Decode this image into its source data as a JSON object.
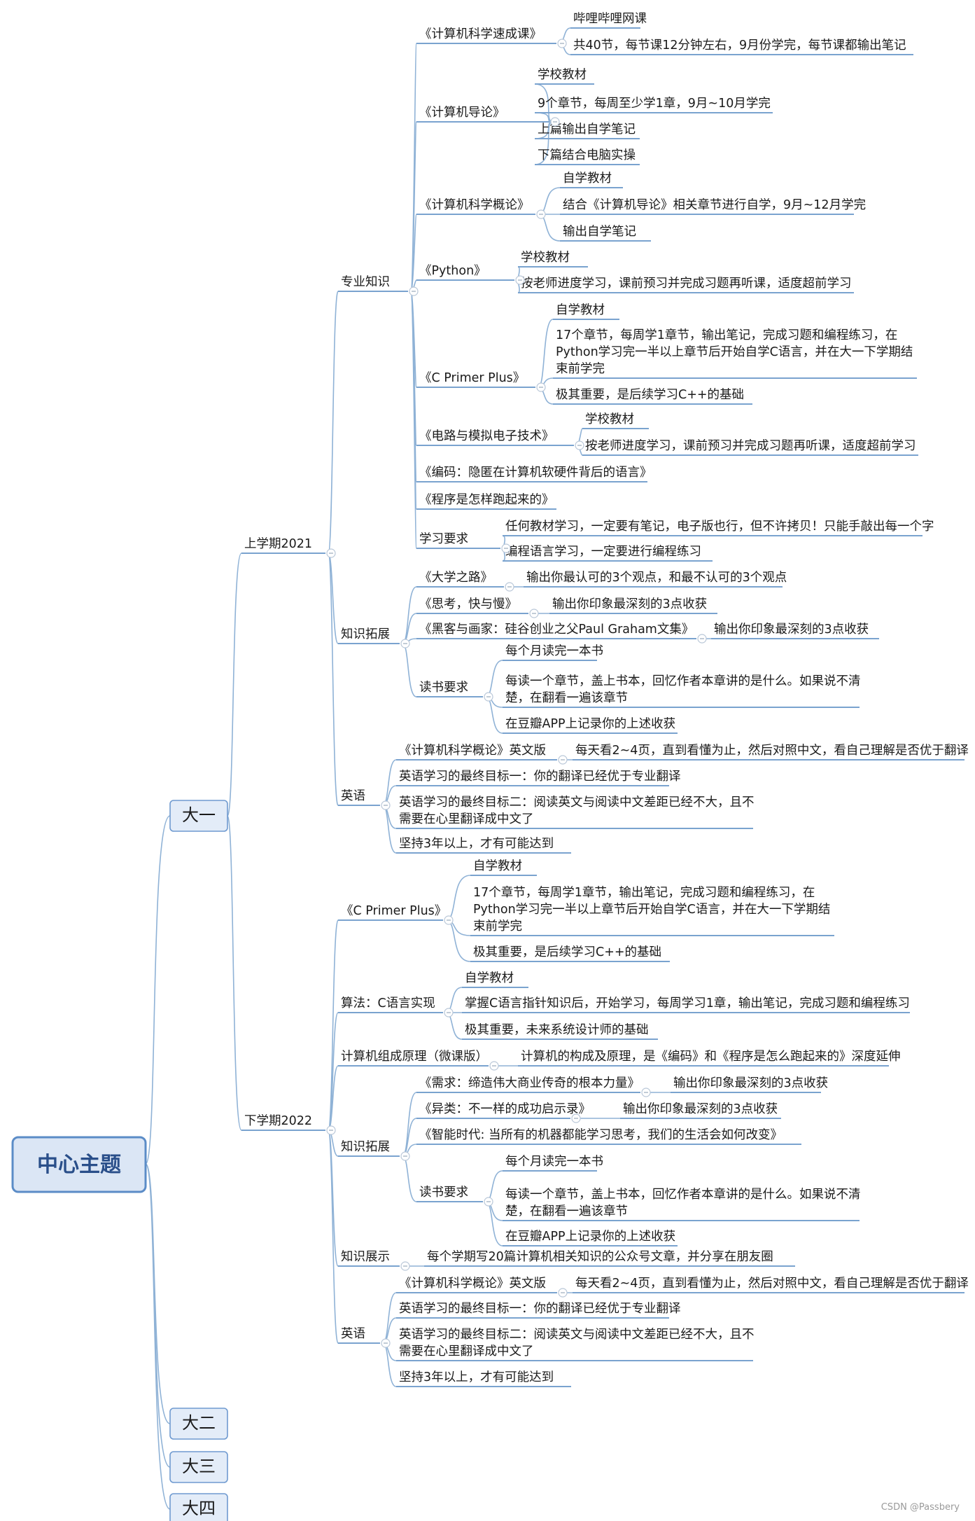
{
  "root": "中心主题",
  "watermark": "CSDN @Passbery",
  "colors": {
    "line": "#8fb2d6",
    "underline": "#7aa3cf",
    "root_fill": "#dbe6f5",
    "root_border": "#5b8cc7"
  },
  "years": [
    {
      "label": "大一",
      "children": [
        {
          "label": "上学期2021",
          "children": [
            {
              "label": "专业知识",
              "children": [
                {
                  "label": "《计算机科学速成课》",
                  "children": [
                    {
                      "label": "哔哩哔哩网课"
                    },
                    {
                      "label": "共40节，每节课12分钟左右，9月份学完，每节课都输出笔记"
                    }
                  ]
                },
                {
                  "label": "《计算机导论》",
                  "children": [
                    {
                      "label": "学校教材"
                    },
                    {
                      "label": "9个章节，每周至少学1章，9月~10月学完"
                    },
                    {
                      "label": "上篇输出自学笔记"
                    },
                    {
                      "label": "下篇结合电脑实操"
                    }
                  ]
                },
                {
                  "label": "《计算机科学概论》",
                  "children": [
                    {
                      "label": "自学教材"
                    },
                    {
                      "label": "结合《计算机导论》相关章节进行自学，9月~12月学完"
                    },
                    {
                      "label": "输出自学笔记"
                    }
                  ]
                },
                {
                  "label": "《Python》",
                  "children": [
                    {
                      "label": "学校教材"
                    },
                    {
                      "label": "按老师进度学习，课前预习并完成习题再听课，适度超前学习"
                    }
                  ]
                },
                {
                  "label": "《C Primer Plus》",
                  "children": [
                    {
                      "label": "自学教材"
                    },
                    {
                      "label": "17个章节，每周学1章节，输出笔记，完成习题和编程练习，在Python学习完一半以上章节后开始自学C语言，并在大一下学期结束前学完"
                    },
                    {
                      "label": "极其重要，是后续学习C++的基础"
                    }
                  ]
                },
                {
                  "label": "《电路与模拟电子技术》",
                  "children": [
                    {
                      "label": "学校教材"
                    },
                    {
                      "label": "按老师进度学习，课前预习并完成习题再听课，适度超前学习"
                    }
                  ]
                },
                {
                  "label": "《编码：隐匿在计算机软硬件背后的语言》"
                },
                {
                  "label": "《程序是怎样跑起来的》"
                },
                {
                  "label": "学习要求",
                  "children": [
                    {
                      "label": "任何教材学习，一定要有笔记，电子版也行，但不许拷贝！只能手敲出每一个字"
                    },
                    {
                      "label": "编程语言学习，一定要进行编程练习"
                    }
                  ]
                }
              ]
            },
            {
              "label": "知识拓展",
              "children": [
                {
                  "label": "《大学之路》",
                  "children": [
                    {
                      "label": "输出你最认可的3个观点，和最不认可的3个观点"
                    }
                  ]
                },
                {
                  "label": "《思考，快与慢》",
                  "children": [
                    {
                      "label": "输出你印象最深刻的3点收获"
                    }
                  ]
                },
                {
                  "label": "《黑客与画家：硅谷创业之父Paul Graham文集》",
                  "children": [
                    {
                      "label": "输出你印象最深刻的3点收获"
                    }
                  ]
                },
                {
                  "label": "读书要求",
                  "children": [
                    {
                      "label": "每个月读完一本书"
                    },
                    {
                      "label": "每读一个章节，盖上书本，回忆作者本章讲的是什么。如果说不清楚，在翻看一遍该章节"
                    },
                    {
                      "label": "在豆瓣APP上记录你的上述收获"
                    }
                  ]
                }
              ]
            },
            {
              "label": "英语",
              "children": [
                {
                  "label": "《计算机科学概论》英文版",
                  "children": [
                    {
                      "label": "每天看2~4页，直到看懂为止，然后对照中文，看自己理解是否优于翻译"
                    }
                  ]
                },
                {
                  "label": "英语学习的最终目标一：你的翻译已经优于专业翻译"
                },
                {
                  "label": "英语学习的最终目标二：阅读英文与阅读中文差距已经不大，且不需要在心里翻译成中文了"
                },
                {
                  "label": "坚持3年以上，才有可能达到"
                }
              ]
            }
          ]
        },
        {
          "label": "下学期2022",
          "children": [
            {
              "label": "《C Primer Plus》",
              "children": [
                {
                  "label": "自学教材"
                },
                {
                  "label": "17个章节，每周学1章节，输出笔记，完成习题和编程练习，在Python学习完一半以上章节后开始自学C语言，并在大一下学期结束前学完"
                },
                {
                  "label": "极其重要，是后续学习C++的基础"
                }
              ]
            },
            {
              "label": "算法：C语言实现",
              "children": [
                {
                  "label": "自学教材"
                },
                {
                  "label": "掌握C语言指针知识后，开始学习，每周学习1章，输出笔记，完成习题和编程练习"
                },
                {
                  "label": "极其重要，未来系统设计师的基础"
                }
              ]
            },
            {
              "label": "计算机组成原理（微课版）",
              "children": [
                {
                  "label": "计算机的构成及原理，是《编码》和《程序是怎么跑起来的》深度延伸"
                }
              ]
            },
            {
              "label": "知识拓展",
              "children": [
                {
                  "label": "《需求：缔造伟大商业传奇的根本力量》",
                  "children": [
                    {
                      "label": "输出你印象最深刻的3点收获"
                    }
                  ]
                },
                {
                  "label": "《异类：不一样的成功启示录》",
                  "children": [
                    {
                      "label": "输出你印象最深刻的3点收获"
                    }
                  ]
                },
                {
                  "label": "《智能时代: 当所有的机器都能学习思考，我们的生活会如何改变》"
                },
                {
                  "label": "读书要求",
                  "children": [
                    {
                      "label": "每个月读完一本书"
                    },
                    {
                      "label": "每读一个章节，盖上书本，回忆作者本章讲的是什么。如果说不清楚，在翻看一遍该章节"
                    },
                    {
                      "label": "在豆瓣APP上记录你的上述收获"
                    }
                  ]
                }
              ]
            },
            {
              "label": "知识展示",
              "children": [
                {
                  "label": "每个学期写20篇计算机相关知识的公众号文章，并分享在朋友圈"
                }
              ]
            },
            {
              "label": "英语",
              "children": [
                {
                  "label": "《计算机科学概论》英文版",
                  "children": [
                    {
                      "label": "每天看2~4页，直到看懂为止，然后对照中文，看自己理解是否优于翻译"
                    }
                  ]
                },
                {
                  "label": "英语学习的最终目标一：你的翻译已经优于专业翻译"
                },
                {
                  "label": "英语学习的最终目标二：阅读英文与阅读中文差距已经不大，且不需要在心里翻译成中文了"
                },
                {
                  "label": "坚持3年以上，才有可能达到"
                }
              ]
            }
          ]
        }
      ]
    },
    {
      "label": "大二"
    },
    {
      "label": "大三"
    },
    {
      "label": "大四"
    }
  ]
}
